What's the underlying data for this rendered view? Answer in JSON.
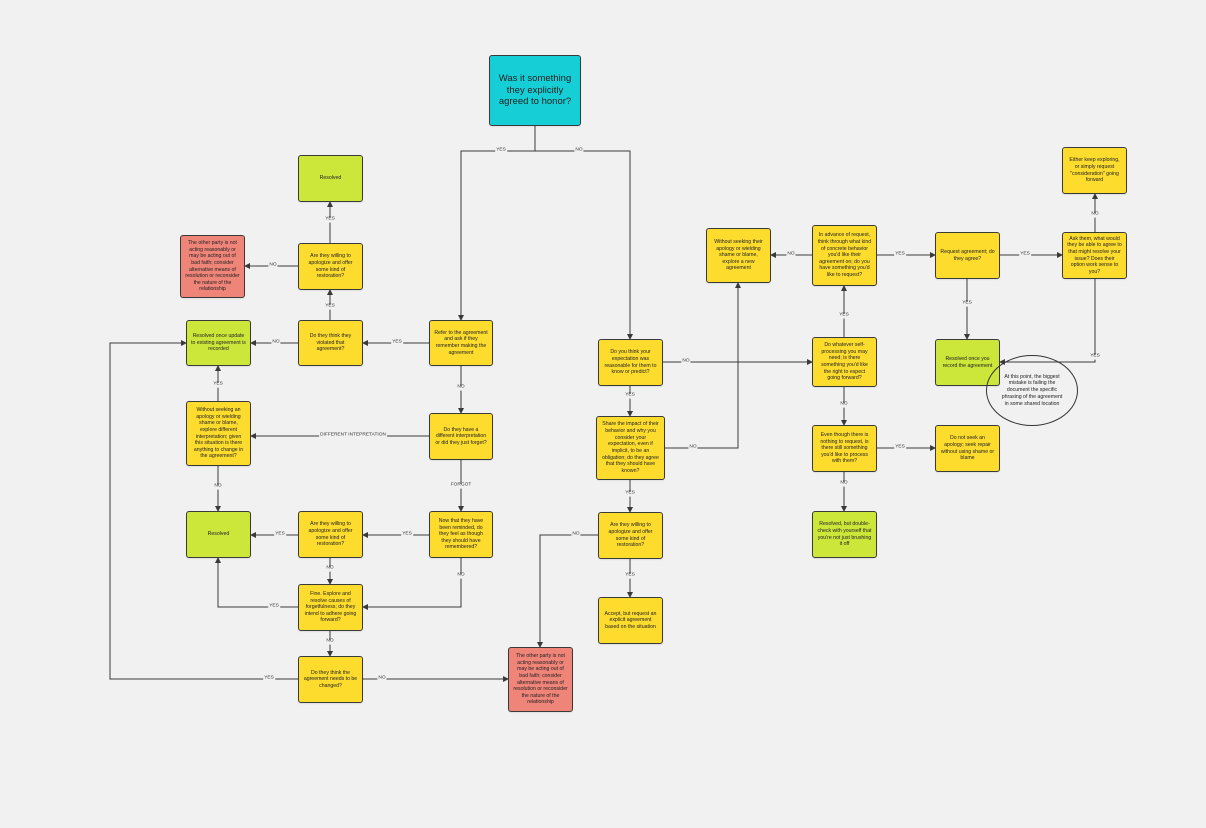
{
  "nodes": {
    "start": "Was it something they explicitly agreed to honor?",
    "refer": "Refer to the agreement and ask if they remember making the agreement",
    "violated": "Do they think they violated that agreement?",
    "apologize_top": "Are they willing to apologize and offer some kind of restoration?",
    "resolved_top": "Resolved",
    "red_left": "The other party is not acting reasonably or may be acting out of bad faith; consider alternative means of resolution or reconsider the nature of the relationship",
    "resolved_update": "Resolved once update to existing agreement is recorded",
    "different_interp": "Do they have a different interpretation or did they just forget?",
    "without_apology_left": "Without seeking an apology or wielding shame or blame, explore different interpretation; given this situation is there anything to change in the agreement?",
    "resolved_left": "Resolved",
    "now_reminded": "Now that they have been reminded, do they feel as though they should have remembered?",
    "apologize_mid": "Are they willing to apologize and offer some kind of restoration?",
    "fine_explore": "Fine. Explore and resolve causes of forgetfulness; do they intend to adhere going forward?",
    "needs_change": "Do they think the agreement needs to be changed?",
    "red_bottom": "The other party is not acting reasonably or may be acting out of bad faith; consider alternative means of resolution or reconsider the nature of the relationship",
    "reasonable": "Do you think your expectation was reasonable for them to know or predict?",
    "share_impact": "Share the impact of their behavior and why you consider your expectation, even if implicit, to be an obligation; do they agree that they should have known?",
    "apologize_right": "Are they willing to apologize and offer some kind of restoration?",
    "accept": "Accept, but request an explicit agreement based on the situation",
    "new_agreement": "Without seeking their apology or wielding shame or blame, explore a new agreement",
    "advance": "In advance of request, think through what kind of concrete behavior you'd like their agreement on; do you have something you'd like to request?",
    "self_process": "Do whatever self-processing you may need; is there something you'd like the right to expect going forward?",
    "nothing_request": "Even though there is nothing to request, is there still something you'd like to process with them?",
    "resolved_double": "Resolved, but double-check with yourself that you're not just brushing it off",
    "request_agreement": "Request agreement; do they agree?",
    "resolved_record": "Resolved once you record the agreement",
    "ask_them": "Ask them, what would they be able to agree to that might resolve your issue? Does their option work sense to you?",
    "keep_exploring": "Either keep exploring, or simply request \"consideration\" going forward",
    "not_seek": "Do not seek an apology; seek repair without using shame or blame"
  },
  "edge_labels": {
    "yes": "YES",
    "no": "NO",
    "forgot": "FORGOT",
    "different": "DIFFERENT INTEPRETATION"
  },
  "note": "At this point, the biggest mistake is failing the document the specific phrasing of the agreement in some shared location",
  "colors": {
    "yellow": "#fddc2e",
    "green": "#cde63a",
    "red": "#ef8479",
    "cyan": "#16cfd6",
    "line": "#3a3a3a"
  }
}
